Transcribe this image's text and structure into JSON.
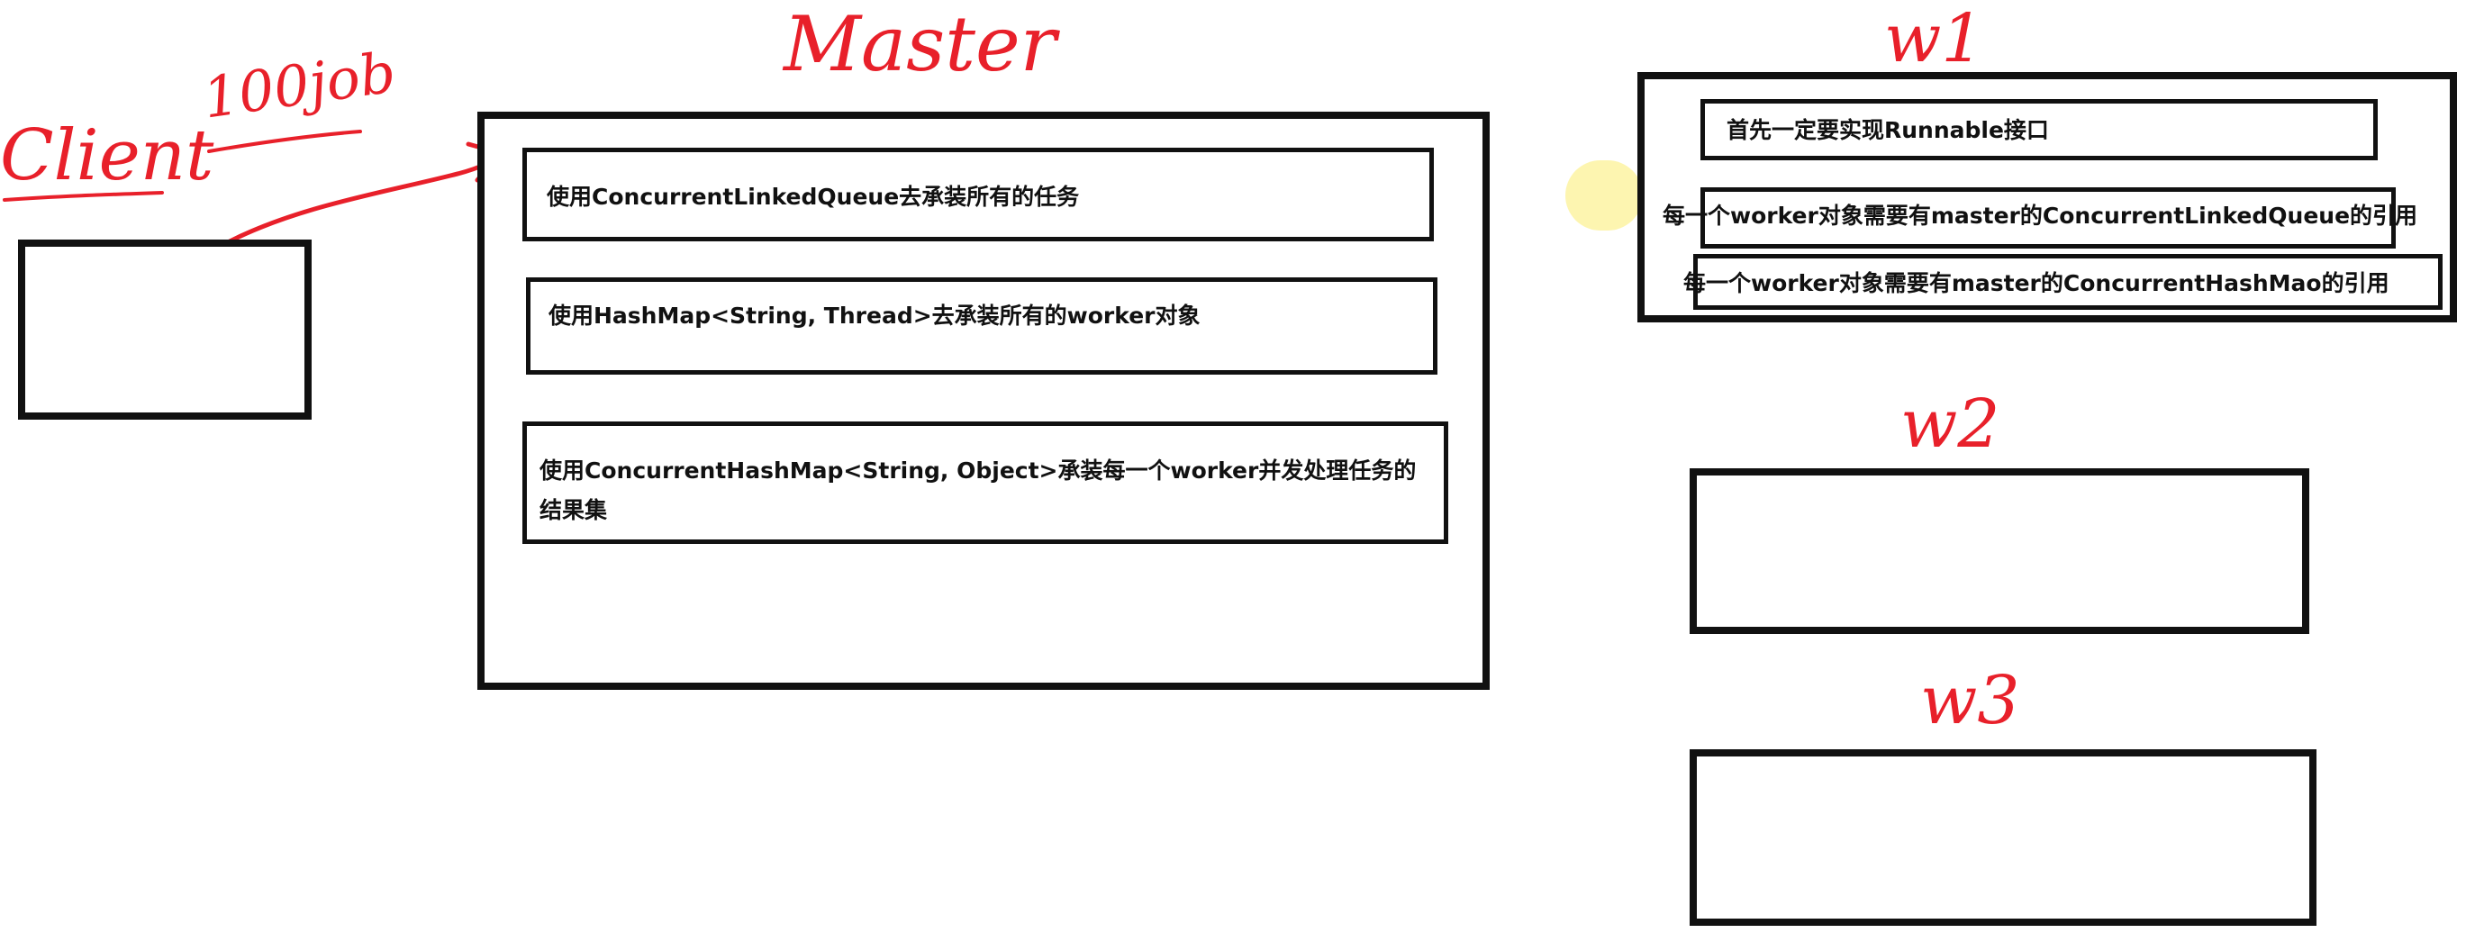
{
  "colors": {
    "ink": "#111111",
    "annotation_red": "#e8202a",
    "highlighter_yellow": "#fdf5b0"
  },
  "client": {
    "label": "Client",
    "job_note": "100job"
  },
  "master": {
    "label": "Master",
    "items": [
      "使用ConcurrentLinkedQueue去承装所有的任务",
      "使用HashMap<String, Thread>去承装所有的worker对象",
      "使用ConcurrentHashMap<String, Object>承装每一个worker并发处理任务的结果集"
    ]
  },
  "workers": [
    {
      "label": "w1",
      "items": [
        "首先一定要实现Runnable接口",
        "每一个worker对象需要有master的ConcurrentLinkedQueue的引用",
        "每一个worker对象需要有master的ConcurrentHashMao的引用"
      ]
    },
    {
      "label": "w2",
      "items": []
    },
    {
      "label": "w3",
      "items": []
    }
  ],
  "icons": [
    "pencil-icon"
  ]
}
